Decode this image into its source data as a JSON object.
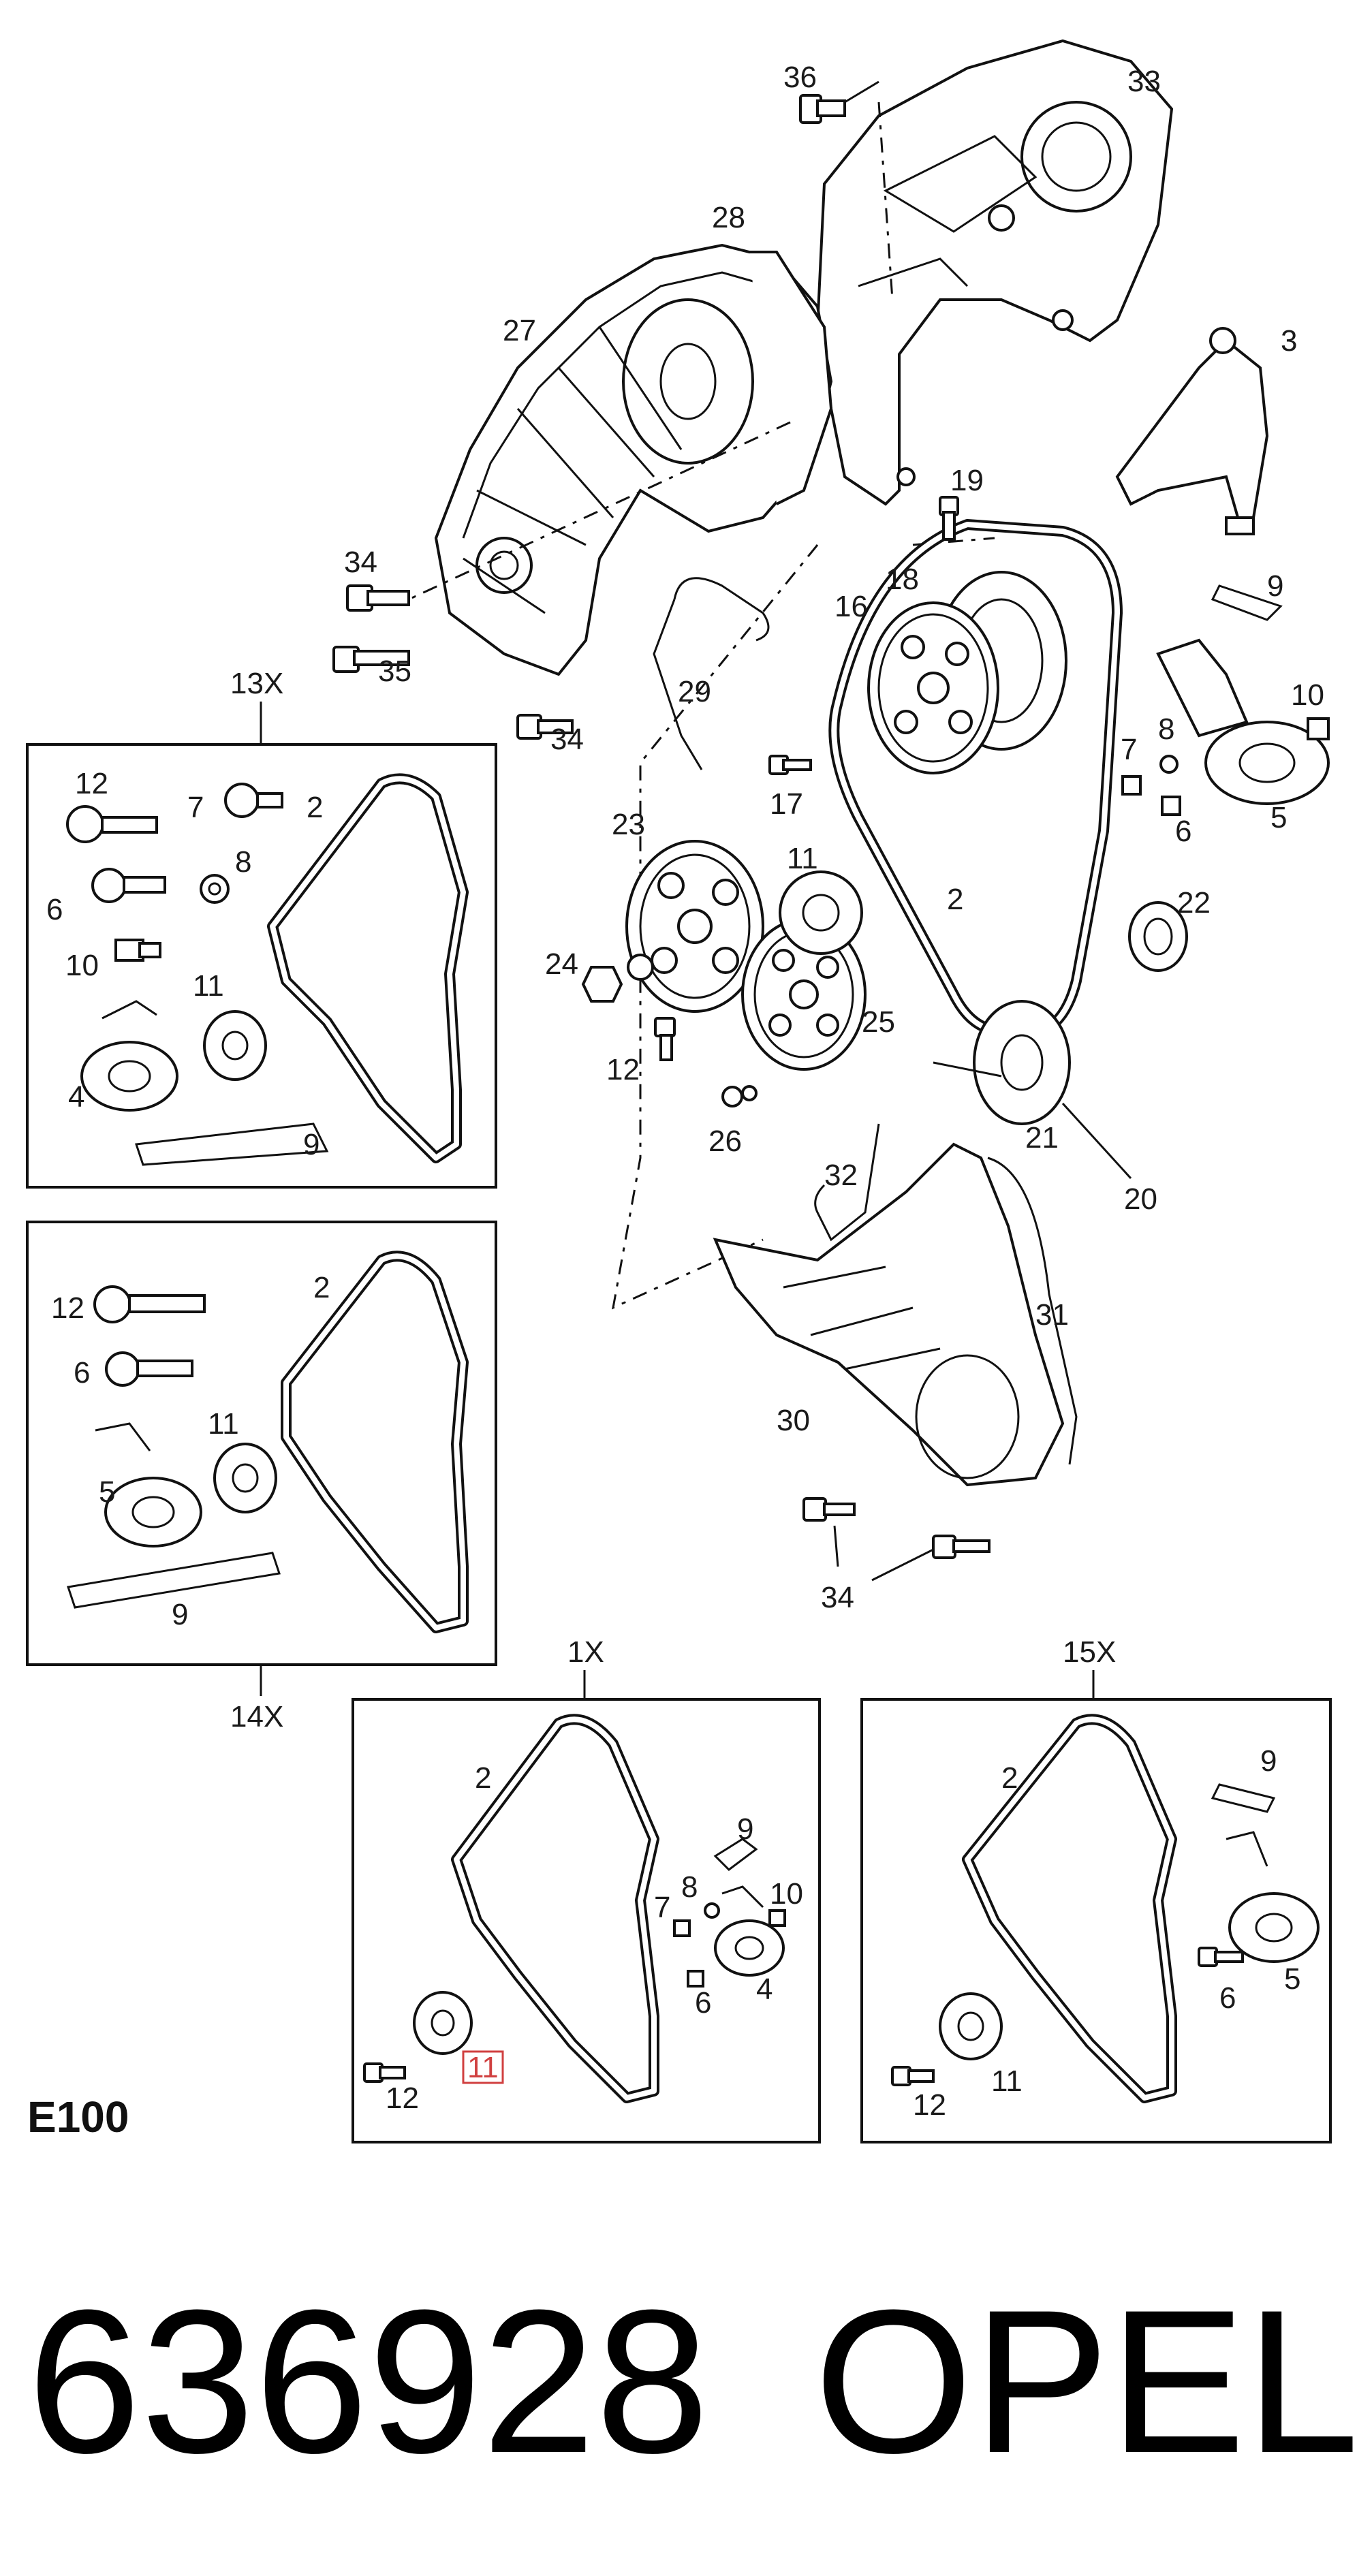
{
  "catalog": {
    "section_code": "E100",
    "part_number": "636928",
    "brand": "OPEL"
  },
  "callouts": {
    "c36": "36",
    "c33": "33",
    "c28": "28",
    "c27": "27",
    "c3": "3",
    "c19": "19",
    "c18": "18",
    "c16": "16",
    "c9": "9",
    "c34a": "34",
    "c35": "35",
    "c34b": "34",
    "c29": "29",
    "c10": "10",
    "c7": "7",
    "c8": "8",
    "c6": "6",
    "c5": "5",
    "c17": "17",
    "c2": "2",
    "c23": "23",
    "c11": "11",
    "c22": "22",
    "c24": "24",
    "c25": "25",
    "c12": "12",
    "c26": "26",
    "c21": "21",
    "c20": "20",
    "c32": "32",
    "c31": "31",
    "c30": "30",
    "c34c": "34"
  },
  "boxes": {
    "box13": {
      "title": "13X",
      "labels": {
        "l12": "12",
        "l7": "7",
        "l2": "2",
        "l8": "8",
        "l6": "6",
        "l10": "10",
        "l11": "11",
        "l4": "4",
        "l9": "9"
      }
    },
    "box14": {
      "title": "14X",
      "labels": {
        "l12": "12",
        "l2": "2",
        "l6": "6",
        "l11": "11",
        "l5": "5",
        "l9": "9"
      }
    },
    "box1": {
      "title": "1X",
      "labels": {
        "l2": "2",
        "l9": "9",
        "l7": "7",
        "l8": "8",
        "l10": "10",
        "l6": "6",
        "l4": "4",
        "l11": "11",
        "l12": "12"
      }
    },
    "box15": {
      "title": "15X",
      "labels": {
        "l2": "2",
        "l9": "9",
        "l5": "5",
        "l6": "6",
        "l11": "11",
        "l12": "12"
      }
    }
  },
  "highlight": {
    "callout": "11",
    "color": "#d04040"
  }
}
